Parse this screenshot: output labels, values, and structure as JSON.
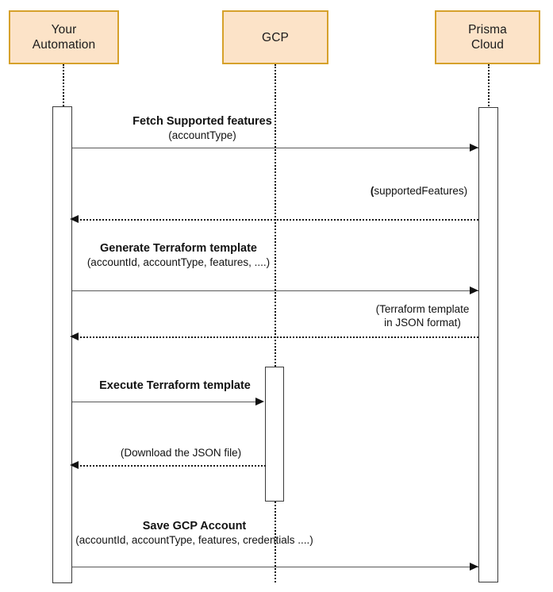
{
  "diagram": {
    "type": "sequence-diagram",
    "title": "Prisma Cloud GCP onboarding automation sequence",
    "colors": {
      "participant_fill": "#FCE3C8",
      "participant_border": "#D6A12B",
      "lifeline": "#111111",
      "activation_border": "#3a3a3a",
      "solid_arrow": "#595959",
      "text": "#121212"
    }
  },
  "participants": [
    {
      "id": "automation",
      "label": "Your\nAutomation"
    },
    {
      "id": "gcp",
      "label": "GCP"
    },
    {
      "id": "prisma",
      "label": "Prisma\nCloud"
    }
  ],
  "messages": [
    {
      "id": "fetch-supported-features",
      "from": "automation",
      "to": "prisma",
      "style": "solid",
      "direction": "right",
      "title": "Fetch Supported features",
      "subtitle": "(accountType)"
    },
    {
      "id": "supported-features-return",
      "from": "prisma",
      "to": "automation",
      "style": "dotted",
      "direction": "left",
      "title": "",
      "subtitle": "(supportedFeatures)"
    },
    {
      "id": "generate-terraform-template",
      "from": "automation",
      "to": "prisma",
      "style": "solid",
      "direction": "right",
      "title": "Generate Terraform template",
      "subtitle": "(accountId, accountType, features, ....)"
    },
    {
      "id": "terraform-template-return",
      "from": "prisma",
      "to": "automation",
      "style": "dotted",
      "direction": "left",
      "title": "",
      "subtitle": "(Terraform template",
      "subtitle2": "in JSON format)"
    },
    {
      "id": "execute-terraform-template",
      "from": "automation",
      "to": "gcp",
      "style": "solid",
      "direction": "right",
      "title": "Execute Terraform template",
      "subtitle": ""
    },
    {
      "id": "download-json-file",
      "from": "gcp",
      "to": "automation",
      "style": "dotted",
      "direction": "left",
      "title": "",
      "subtitle": "(Download the JSON file)"
    },
    {
      "id": "save-gcp-account",
      "from": "automation",
      "to": "prisma",
      "style": "solid",
      "direction": "right",
      "title": "Save GCP Account",
      "subtitle": "(accountId, accountType, features, credentials ....)"
    }
  ]
}
